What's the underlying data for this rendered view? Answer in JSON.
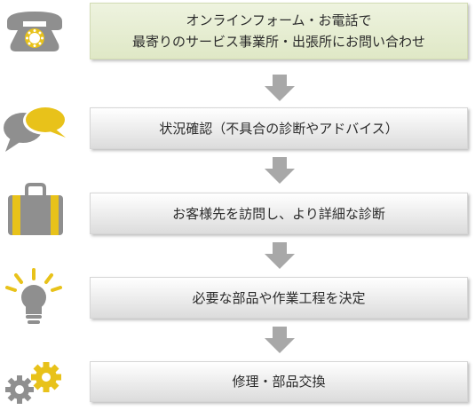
{
  "steps": [
    {
      "line1": "オンラインフォーム・お電話で",
      "line2": "最寄りのサービス事業所・出張所にお問い合わせ"
    },
    {
      "label": "状況確認（不具合の診断やアドバイス）"
    },
    {
      "label": "お客様先を訪問し、より詳細な診断"
    },
    {
      "label": "必要な部品や作業工程を決定"
    },
    {
      "label": "修理・部品交換"
    }
  ],
  "icons": [
    "telephone-icon",
    "speech-bubbles-icon",
    "toolbox-icon",
    "light-bulb-icon",
    "gears-icon"
  ],
  "colors": {
    "accent_yellow": "#e8c21a",
    "icon_gray": "#8f8f8f",
    "first_box": "#e4ebcf",
    "box_gray": "#e6e6e6",
    "arrow_gray": "#a8a8a8"
  }
}
